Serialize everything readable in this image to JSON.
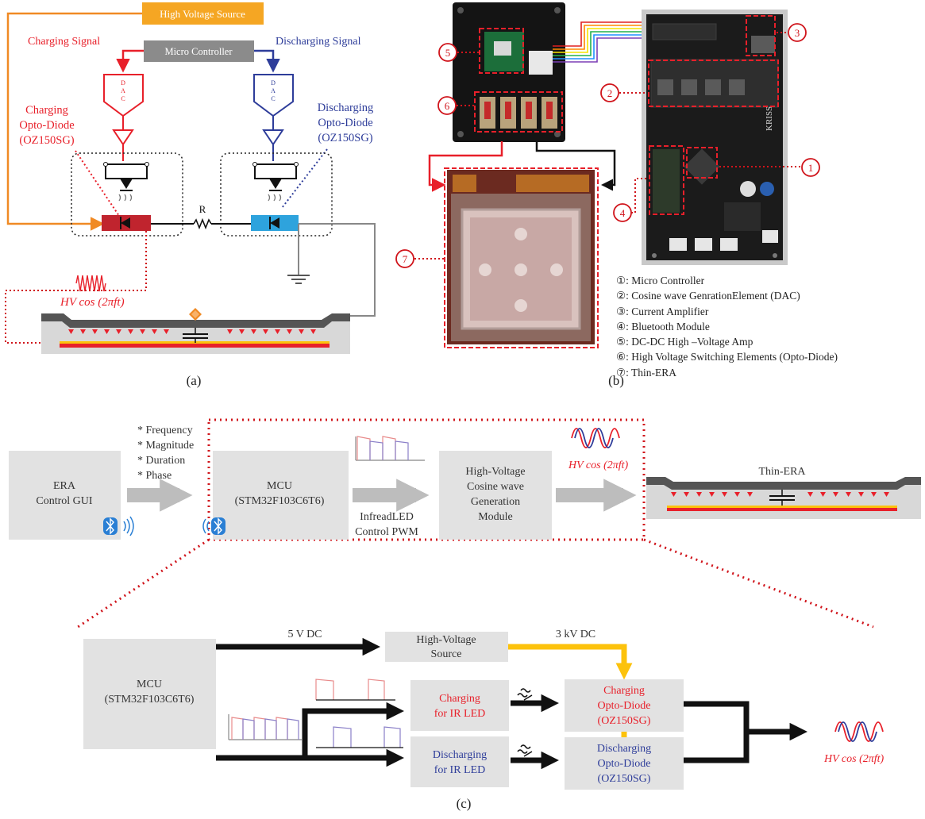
{
  "panel_a": {
    "hv_source": "High Voltage Source",
    "micro_controller": "Micro Controller",
    "charging_signal": "Charging Signal",
    "discharging_signal": "Discharging Signal",
    "dac_letters": [
      "D",
      "A",
      "C"
    ],
    "charging_opto_line1": "Charging",
    "charging_opto_line2": "Opto-Diode",
    "charging_opto_line3": "(OZ150SG)",
    "discharging_opto_line1": "Discharging",
    "discharging_opto_line2": "Opto-Diode",
    "discharging_opto_line3": "(OZ150SG)",
    "resistor": "R",
    "hv_cos_prefix": "HV cos",
    "hv_cos_arg": "(2πft)",
    "caption": "(a)"
  },
  "panel_b": {
    "callouts": [
      "1",
      "2",
      "3",
      "4",
      "5",
      "6",
      "7"
    ],
    "board_label": "KRISS",
    "legend": [
      {
        "num": "①",
        "text": ": Micro Controller"
      },
      {
        "num": "②",
        "text": ": Cosine wave GenrationElement (DAC)"
      },
      {
        "num": "③",
        "text": ": Current Amplifier"
      },
      {
        "num": "④",
        "text": ": Bluetooth Module"
      },
      {
        "num": "⑤",
        "text": ": DC-DC High –Voltage Amp"
      },
      {
        "num": "⑥",
        "text": ": High Voltage Switching Elements (Opto-Diode)"
      },
      {
        "num": "⑦",
        "text": ": Thin-ERA"
      }
    ],
    "caption": "(b)"
  },
  "panel_c": {
    "era_gui_line1": "ERA",
    "era_gui_line2": "Control GUI",
    "params": [
      "* Frequency",
      "* Magnitude",
      "* Duration",
      "* Phase"
    ],
    "mcu_line1": "MCU",
    "mcu_line2": "(STM32F103C6T6)",
    "pwm_line1": "InfreadLED",
    "pwm_line2": "Control PWM",
    "hv_module_line1": "High-Voltage",
    "hv_module_line2": "Cosine wave",
    "hv_module_line3": "Generation",
    "hv_module_line4": "Module",
    "hv_cos_prefix": "HV cos",
    "hv_cos_arg": "(2πft)",
    "thin_era": "Thin-ERA",
    "five_v": "5 V DC",
    "three_kv": "3 kV DC",
    "hv_source_line1": "High-Voltage",
    "hv_source_line2": "Source",
    "charging_ir_line1": "Charging",
    "charging_ir_line2": "for IR LED",
    "discharging_ir_line1": "Discharging",
    "discharging_ir_line2": "for IR LED",
    "charging_opto_line1": "Charging",
    "charging_opto_line2": "Opto-Diode",
    "charging_opto_line3": "(OZ150SG)",
    "discharging_opto_line1": "Discharging",
    "discharging_opto_line2": "Opto-Diode",
    "discharging_opto_line3": "(OZ150SG)",
    "caption": "(c)"
  },
  "colors": {
    "charging_red": "#e8202a",
    "discharging_blue": "#2e3d9a",
    "hv_orange": "#f5a623",
    "gold": "#fcc20c",
    "box_gray": "#e2e2e2",
    "arrow_gray": "#bdbdbd",
    "dotted_red": "#d0141b"
  }
}
